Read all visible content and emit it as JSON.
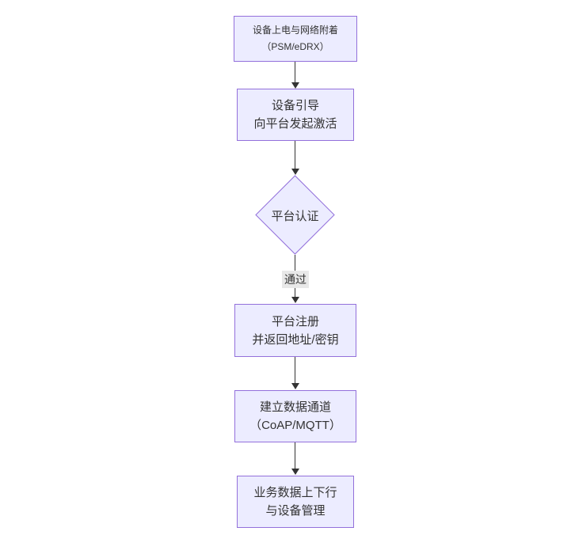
{
  "diagram": {
    "type": "flowchart",
    "direction": "top-down",
    "nodes": [
      {
        "shape": "rect",
        "lines": [
          "设备上电与网络附着",
          "（PSM/eDRX）"
        ]
      },
      {
        "shape": "rect",
        "lines": [
          "设备引导",
          "向平台发起激活"
        ]
      },
      {
        "shape": "diamond",
        "lines": [
          "平台认证"
        ]
      },
      {
        "shape": "rect",
        "lines": [
          "平台注册",
          "并返回地址/密钥"
        ]
      },
      {
        "shape": "rect",
        "lines": [
          "建立数据通道",
          "（CoAP/MQTT）"
        ]
      },
      {
        "shape": "rect",
        "lines": [
          "业务数据上下行",
          "与设备管理"
        ]
      }
    ],
    "edges": [
      {
        "from_index": 0,
        "to_index": 1,
        "label": ""
      },
      {
        "from_index": 1,
        "to_index": 2,
        "label": ""
      },
      {
        "from_index": 2,
        "to_index": 3,
        "label": "通过"
      },
      {
        "from_index": 3,
        "to_index": 4,
        "label": ""
      },
      {
        "from_index": 4,
        "to_index": 5,
        "label": ""
      }
    ]
  },
  "colors": {
    "node_fill": "#ECECFF",
    "node_border": "#9370DB",
    "edge_line": "#333333",
    "text_color": "#333333",
    "edge_label_bg": "#e8e8e8",
    "canvas_bg": "#ffffff"
  }
}
